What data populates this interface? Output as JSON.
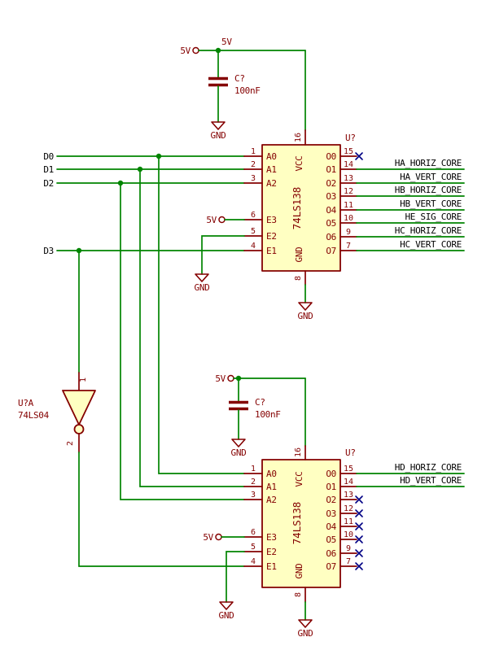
{
  "colors": {
    "wire": "#008400",
    "outline": "#840000",
    "fill": "#FFFFC2",
    "field": "#840000",
    "label": "#000000",
    "noconnect": "#000084"
  },
  "power": {
    "v5": "5V",
    "gnd": "GND"
  },
  "inputs": {
    "d0": "D0",
    "d1": "D1",
    "d2": "D2",
    "d3": "D3"
  },
  "capacitor": {
    "ref": "C?",
    "value": "100nF"
  },
  "decoder": {
    "ref": "U?",
    "part": "74LS138",
    "vcc_pin": {
      "num": "16",
      "name": "VCC"
    },
    "gnd_pin": {
      "num": "8",
      "name": "GND"
    },
    "left_pins": [
      {
        "num": "1",
        "name": "A0"
      },
      {
        "num": "2",
        "name": "A1"
      },
      {
        "num": "3",
        "name": "A2"
      },
      {
        "num": "6",
        "name": "E3"
      },
      {
        "num": "5",
        "name": "E2"
      },
      {
        "num": "4",
        "name": "E1"
      }
    ],
    "right_pins": [
      {
        "num": "15",
        "name": "O0"
      },
      {
        "num": "14",
        "name": "O1"
      },
      {
        "num": "13",
        "name": "O2"
      },
      {
        "num": "12",
        "name": "O3"
      },
      {
        "num": "11",
        "name": "O4"
      },
      {
        "num": "10",
        "name": "O5"
      },
      {
        "num": "9",
        "name": "O6"
      },
      {
        "num": "7",
        "name": "O7"
      }
    ]
  },
  "inverter": {
    "ref": "U?A",
    "part": "74LS04",
    "pin_in": "1",
    "pin_out": "2"
  },
  "nets": {
    "ic1_outputs": [
      "HA_HORIZ_CORE",
      "HA_VERT_CORE",
      "HB_HORIZ_CORE",
      "HB_VERT_CORE",
      "HE_SIG_CORE",
      "HC_HORIZ_CORE",
      "HC_VERT_CORE"
    ],
    "ic2_outputs": [
      "HD_HORIZ_CORE",
      "HD_VERT_CORE"
    ]
  }
}
